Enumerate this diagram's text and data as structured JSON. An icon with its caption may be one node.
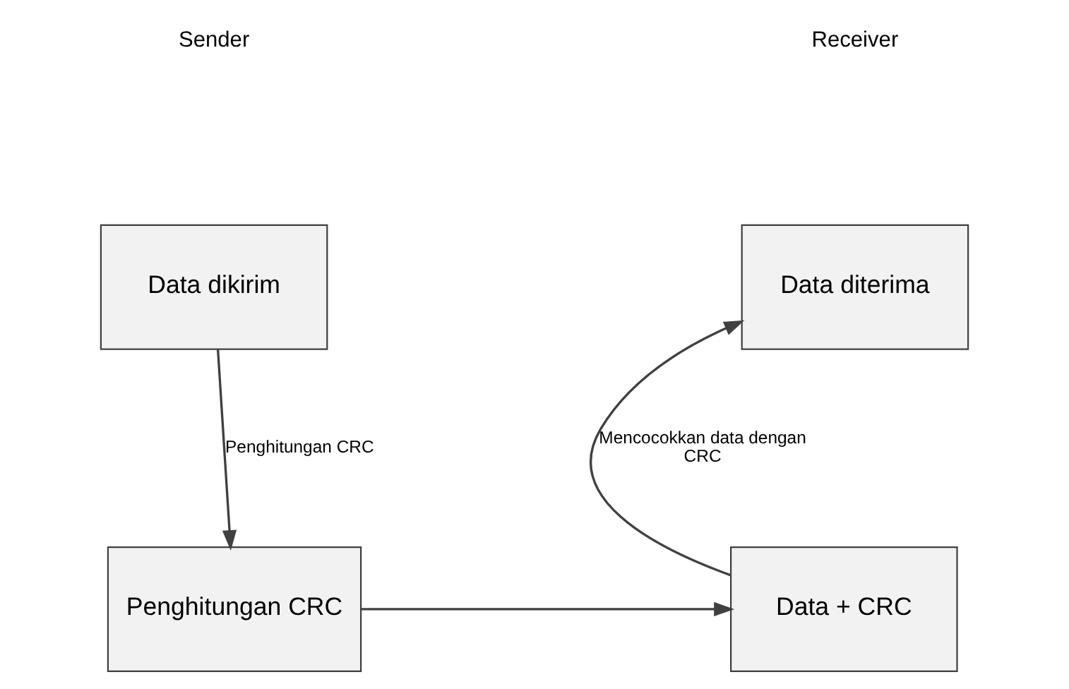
{
  "diagram": {
    "nodes": [
      {
        "text": [
          "Data dikirim"
        ]
      },
      {
        "text": [
          "Data diterima"
        ]
      },
      {
        "text": [
          "Penghitungan CRC"
        ]
      },
      {
        "text": [
          "Data + CRC"
        ]
      }
    ],
    "edges": [
      {
        "from": 0,
        "to": 2,
        "arrow": "to",
        "label": "Penghitungan CRC"
      },
      {
        "from": 2,
        "to": 3,
        "arrow": "to"
      },
      {
        "from": 3,
        "to": 1,
        "arrow": "to",
        "label": "Mencocokkan data dengan CRC"
      }
    ],
    "labels": [
      "Sender",
      "Receiver"
    ]
  }
}
